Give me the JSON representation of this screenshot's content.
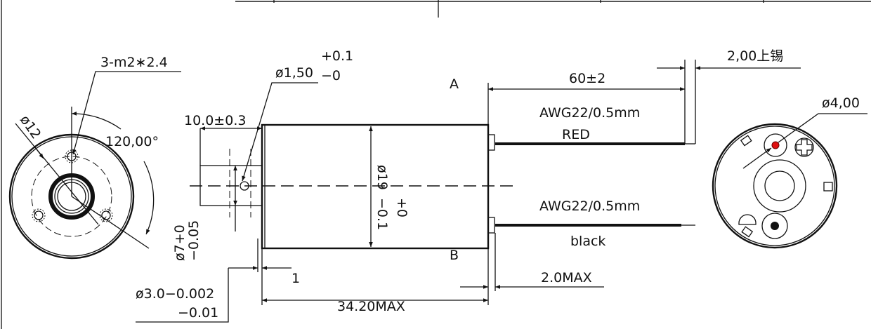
{
  "drawing": {
    "left_view": {
      "thread_label": "3-m2∗2.4",
      "angle_label": "120,00°",
      "diameter_label": "ø12"
    },
    "side_view": {
      "shaft_length": "10.0±0.3",
      "hole_diameter": "ø1,50",
      "hole_tol_upper": "+0.1",
      "hole_tol_lower": "−0",
      "shaft_diameter": "ø7+0",
      "shaft_diameter_tol": "−0.05",
      "body_diameter": "ø19",
      "body_tol_upper": "+0",
      "body_tol_lower": "−0.1",
      "boss_diameter": "ø3.0−0.002",
      "boss_tol": "−0.01",
      "boss_length": "1",
      "body_length": "34.20MAX",
      "terminal_length": "2.0MAX",
      "section_a": "A",
      "section_b": "B"
    },
    "wires": {
      "lead_length": "60±2",
      "tinned_length": "2,00上锡",
      "red_spec": "AWG22/0.5mm",
      "red_label": "RED",
      "black_spec": "AWG22/0.5mm",
      "black_label": "black",
      "red_wire_color": "#111111"
    },
    "right_view": {
      "terminal_diameter": "ø4,00",
      "positive_marker_color": "#e01010"
    }
  }
}
